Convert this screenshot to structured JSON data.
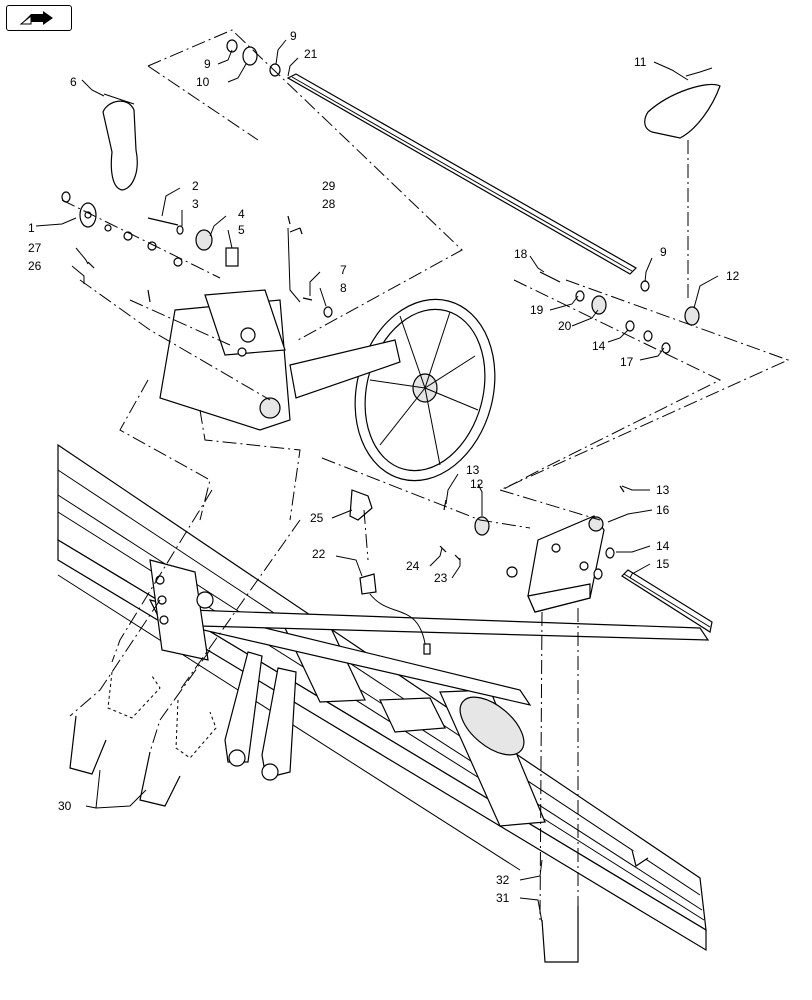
{
  "navigation": {
    "icon": "previous-page-arrow-icon"
  },
  "callouts": [
    {
      "id": "1",
      "text": "1"
    },
    {
      "id": "2",
      "text": "2"
    },
    {
      "id": "3",
      "text": "3"
    },
    {
      "id": "4",
      "text": "4"
    },
    {
      "id": "5",
      "text": "5"
    },
    {
      "id": "6",
      "text": "6"
    },
    {
      "id": "7",
      "text": "7"
    },
    {
      "id": "8",
      "text": "8"
    },
    {
      "id": "9a",
      "text": "9"
    },
    {
      "id": "9b",
      "text": "9"
    },
    {
      "id": "9c",
      "text": "9"
    },
    {
      "id": "10",
      "text": "10"
    },
    {
      "id": "11",
      "text": "11"
    },
    {
      "id": "12a",
      "text": "12"
    },
    {
      "id": "12b",
      "text": "12"
    },
    {
      "id": "13a",
      "text": "13"
    },
    {
      "id": "13b",
      "text": "13"
    },
    {
      "id": "14a",
      "text": "14"
    },
    {
      "id": "14b",
      "text": "14"
    },
    {
      "id": "15",
      "text": "15"
    },
    {
      "id": "16",
      "text": "16"
    },
    {
      "id": "17",
      "text": "17"
    },
    {
      "id": "18",
      "text": "18"
    },
    {
      "id": "19",
      "text": "19"
    },
    {
      "id": "20",
      "text": "20"
    },
    {
      "id": "21",
      "text": "21"
    },
    {
      "id": "22",
      "text": "22"
    },
    {
      "id": "23",
      "text": "23"
    },
    {
      "id": "24",
      "text": "24"
    },
    {
      "id": "25",
      "text": "25"
    },
    {
      "id": "26",
      "text": "26"
    },
    {
      "id": "27",
      "text": "27"
    },
    {
      "id": "28",
      "text": "28"
    },
    {
      "id": "29",
      "text": "29"
    },
    {
      "id": "30",
      "text": "30"
    },
    {
      "id": "31",
      "text": "31"
    },
    {
      "id": "32",
      "text": "32"
    }
  ]
}
